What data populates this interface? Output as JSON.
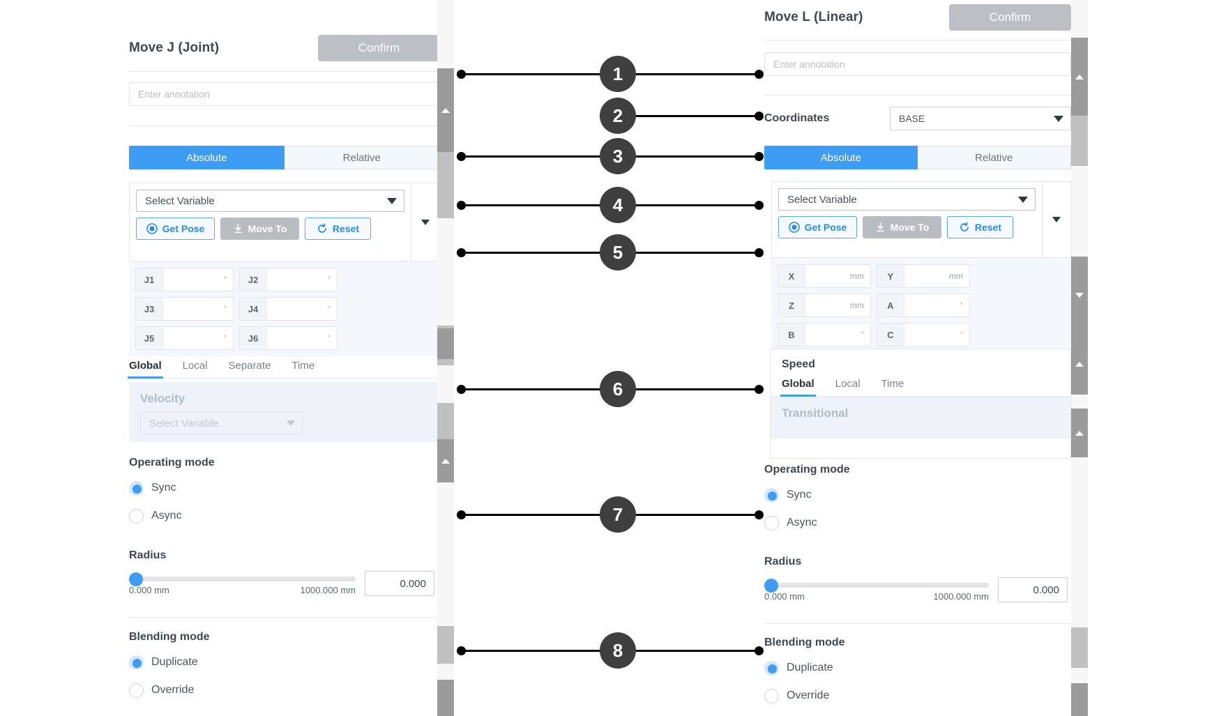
{
  "left_panel": {
    "title": "Move J (Joint)",
    "confirm_label": "Confirm",
    "annotation_placeholder": "Enter annotation",
    "annotation_value": "",
    "mode_tabs": {
      "absolute": "Absolute",
      "relative": "Relative",
      "selected": "Absolute"
    },
    "variable_select": "Select Variable",
    "pose_buttons": [
      {
        "label": "Get Pose",
        "icon": "target-icon",
        "state": "outline"
      },
      {
        "label": "Move To",
        "icon": "download-icon",
        "state": "disabled"
      },
      {
        "label": "Reset",
        "icon": "refresh-icon",
        "state": "outline"
      }
    ],
    "joint_fields": [
      {
        "key": "J1",
        "value": "",
        "unit": "°"
      },
      {
        "key": "J2",
        "value": "",
        "unit": "°"
      },
      {
        "key": "J3",
        "value": "",
        "unit": "°"
      },
      {
        "key": "J4",
        "value": "",
        "unit": "°"
      },
      {
        "key": "J5",
        "value": "",
        "unit": "°"
      },
      {
        "key": "J6",
        "value": "",
        "unit": "°"
      }
    ],
    "speed_tabs": [
      "Global",
      "Local",
      "Separate",
      "Time"
    ],
    "speed_tab_selected": "Global",
    "velocity_label": "Velocity",
    "velocity_select": "Select Variable",
    "operating_mode": {
      "heading": "Operating mode",
      "options": [
        {
          "label": "Sync",
          "selected": true
        },
        {
          "label": "Async",
          "selected": false
        }
      ]
    },
    "radius": {
      "heading": "Radius",
      "min_label": "0.000 mm",
      "max_label": "1000.000 mm",
      "value": "0.000"
    },
    "blending_mode": {
      "heading": "Blending mode",
      "options": [
        {
          "label": "Duplicate",
          "selected": true
        },
        {
          "label": "Override",
          "selected": false
        }
      ]
    }
  },
  "right_panel": {
    "title": "Move L (Linear)",
    "confirm_label": "Confirm",
    "annotation_placeholder": "Enter annotation",
    "annotation_value": "",
    "coordinates_label": "Coordinates",
    "coordinates_value": "BASE",
    "mode_tabs": {
      "absolute": "Absolute",
      "relative": "Relative",
      "selected": "Absolute"
    },
    "variable_select": "Select Variable",
    "pose_buttons": [
      {
        "label": "Get Pose",
        "icon": "target-icon",
        "state": "outline"
      },
      {
        "label": "Move To",
        "icon": "download-icon",
        "state": "disabled"
      },
      {
        "label": "Reset",
        "icon": "refresh-icon",
        "state": "outline"
      }
    ],
    "pose_fields": [
      {
        "key": "X",
        "value": "",
        "unit": "mm"
      },
      {
        "key": "Y",
        "value": "",
        "unit": "mm"
      },
      {
        "key": "Z",
        "value": "",
        "unit": "mm"
      },
      {
        "key": "A",
        "value": "",
        "unit": "°"
      },
      {
        "key": "B",
        "value": "",
        "unit": "°"
      },
      {
        "key": "C",
        "value": "",
        "unit": "°"
      }
    ],
    "speed_title": "Speed",
    "speed_tabs": [
      "Global",
      "Local",
      "Time"
    ],
    "speed_tab_selected": "Global",
    "transitional_label": "Transitional",
    "operating_mode": {
      "heading": "Operating mode",
      "options": [
        {
          "label": "Sync",
          "selected": true
        },
        {
          "label": "Async",
          "selected": false
        }
      ]
    },
    "radius": {
      "heading": "Radius",
      "min_label": "0.000 mm",
      "max_label": "1000.000 mm",
      "value": "0.000"
    },
    "blending_mode": {
      "heading": "Blending mode",
      "options": [
        {
          "label": "Duplicate",
          "selected": true
        },
        {
          "label": "Override",
          "selected": false
        }
      ]
    }
  },
  "callouts": [
    {
      "number": "1"
    },
    {
      "number": "2"
    },
    {
      "number": "3"
    },
    {
      "number": "4"
    },
    {
      "number": "5"
    },
    {
      "number": "6"
    },
    {
      "number": "7"
    },
    {
      "number": "8"
    }
  ],
  "colors": {
    "accent": "#3d9cf4",
    "confirm_disabled": "#bcc0c4",
    "marker": "#3f3f3f",
    "faded_pane": "#eef3fa",
    "field_pane": "#f4f7fb"
  }
}
